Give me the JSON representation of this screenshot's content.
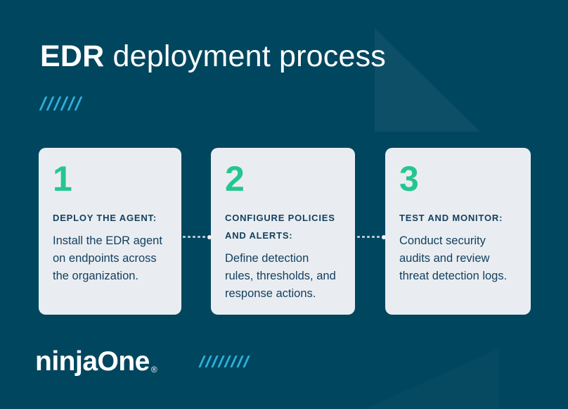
{
  "header": {
    "title_emphasis": "EDR",
    "title_rest": "deployment process"
  },
  "steps": [
    {
      "number": "1",
      "heading": "DEPLOY THE AGENT:",
      "body_lines": [
        "Install the EDR agent",
        "on endpoints across",
        "the organization."
      ]
    },
    {
      "number": "2",
      "heading": "CONFIGURE POLICIES AND ALERTS:",
      "body_lines": [
        "Define detection",
        "rules, thresholds, and",
        "response actions."
      ]
    },
    {
      "number": "3",
      "heading": "TEST AND MONITOR:",
      "body_lines": [
        "Conduct security",
        "audits and review",
        "threat detection logs."
      ]
    }
  ],
  "footer": {
    "brand": "ninjaOne",
    "registered_mark": "®"
  },
  "decor": {
    "title_slash_count": 6,
    "footer_slash_count": 8
  },
  "colors": {
    "background": "#01465F",
    "card_background": "#E9EDF1",
    "step_number_green": "#24C68F",
    "card_text_navy": "#14405F",
    "slash_cyan": "#2FB0D9",
    "title_white": "#FFFFFF",
    "connector_dash": "#D9E1E6"
  }
}
